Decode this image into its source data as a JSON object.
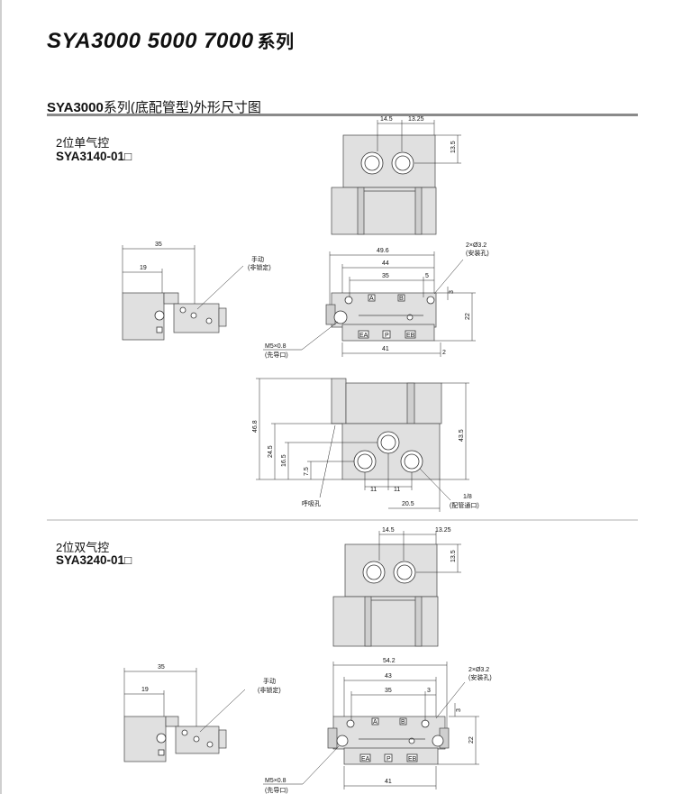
{
  "header": {
    "title": "SYA3000  5000  7000",
    "title_suffix": "系列"
  },
  "section": {
    "model": "SYA3000",
    "suffix": "系列(底配管型)外形尺寸图"
  },
  "single": {
    "caption": "2位单气控",
    "model": "SYA3140-01□",
    "top_dims": [
      "14.5",
      "13.25",
      "13.5"
    ],
    "side_dims": [
      "35",
      "19"
    ],
    "manual_label": "手动",
    "manual_note": "(非锁定)",
    "front_dims": [
      "49.6",
      "44",
      "35",
      "5",
      "3",
      "22",
      "41",
      "2"
    ],
    "mount_label": "2×Ø3.2",
    "mount_note": "(安装孔)",
    "pilot_label": "M5×0.8",
    "pilot_note": "(先导口)",
    "ports": [
      "EA",
      "P",
      "EB",
      "A",
      "B"
    ],
    "bottom_dims": [
      "46.8",
      "24.5",
      "16.5",
      "7.5",
      "11",
      "11",
      "20.5",
      "43.5"
    ],
    "breather_label": "呼吸孔",
    "pipe_size": "1/8",
    "pipe_note": "(配管通口)"
  },
  "double": {
    "caption": "2位双气控",
    "model": "SYA3240-01□",
    "top_dims": [
      "14.5",
      "13.25",
      "13.5"
    ],
    "side_dims": [
      "35",
      "19"
    ],
    "manual_label": "手动",
    "manual_note": "(非锁定)",
    "front_dims": [
      "54.2",
      "43",
      "35",
      "3",
      "3",
      "22",
      "41"
    ],
    "mount_label": "2×Ø3.2",
    "mount_note": "(安装孔)",
    "pilot_label": "M5×0.8",
    "pilot_note": "(先导口)",
    "ports": [
      "EA",
      "P",
      "EB",
      "A",
      "B"
    ]
  }
}
